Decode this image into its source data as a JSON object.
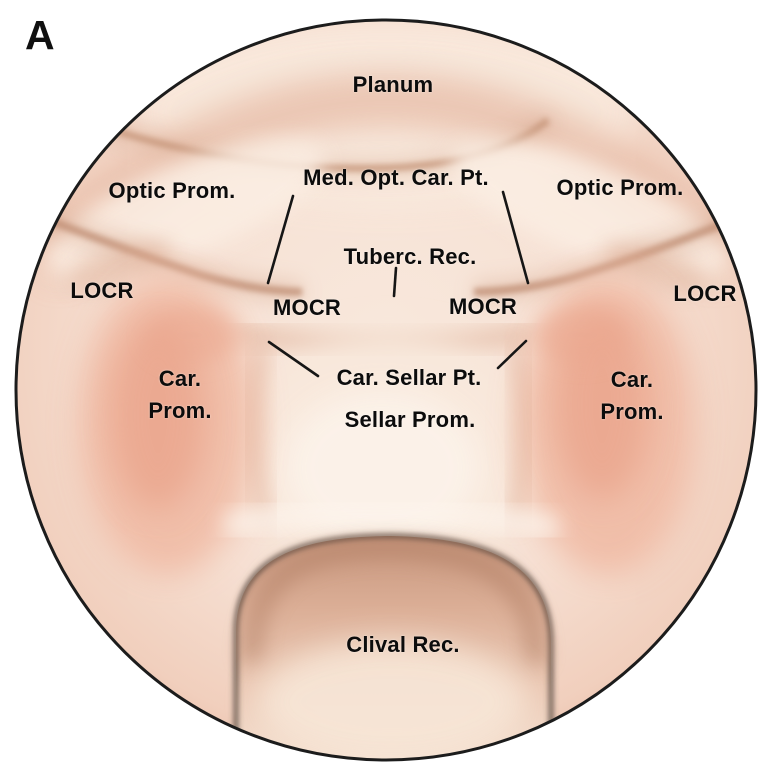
{
  "panel": {
    "label": "A"
  },
  "labels": {
    "planum": "Planum",
    "optic_prom_left": "Optic Prom.",
    "med_opt_car_pt": "Med. Opt. Car. Pt.",
    "optic_prom_right": "Optic Prom.",
    "locr_left": "LOCR",
    "tuberc_rec": "Tuberc. Rec.",
    "mocr_left": "MOCR",
    "mocr_right": "MOCR",
    "locr_right": "LOCR",
    "car_prom_left": {
      "line1": "Car.",
      "line2": "Prom."
    },
    "car_sellar_pt": "Car. Sellar Pt.",
    "sellar_prom": "Sellar Prom.",
    "car_prom_right": {
      "line1": "Car.",
      "line2": "Prom."
    },
    "clival_rec": "Clival Rec."
  },
  "colors": {
    "background": "#ffffff",
    "label_text": "#0c0c0c",
    "outline": "#1c1c1c",
    "leader_line": "#161616",
    "flesh_base": "#f6e0d3",
    "flesh_highlight": "#fcf3ea",
    "flesh_shadow": "#e5b49e",
    "carotid_blush": "#eeab95",
    "crease": "#bd8a6f",
    "clival_rim": "#4e3f37",
    "clival_inner_dark": "#c6957c",
    "clival_inner_light": "#f6e4d5"
  }
}
